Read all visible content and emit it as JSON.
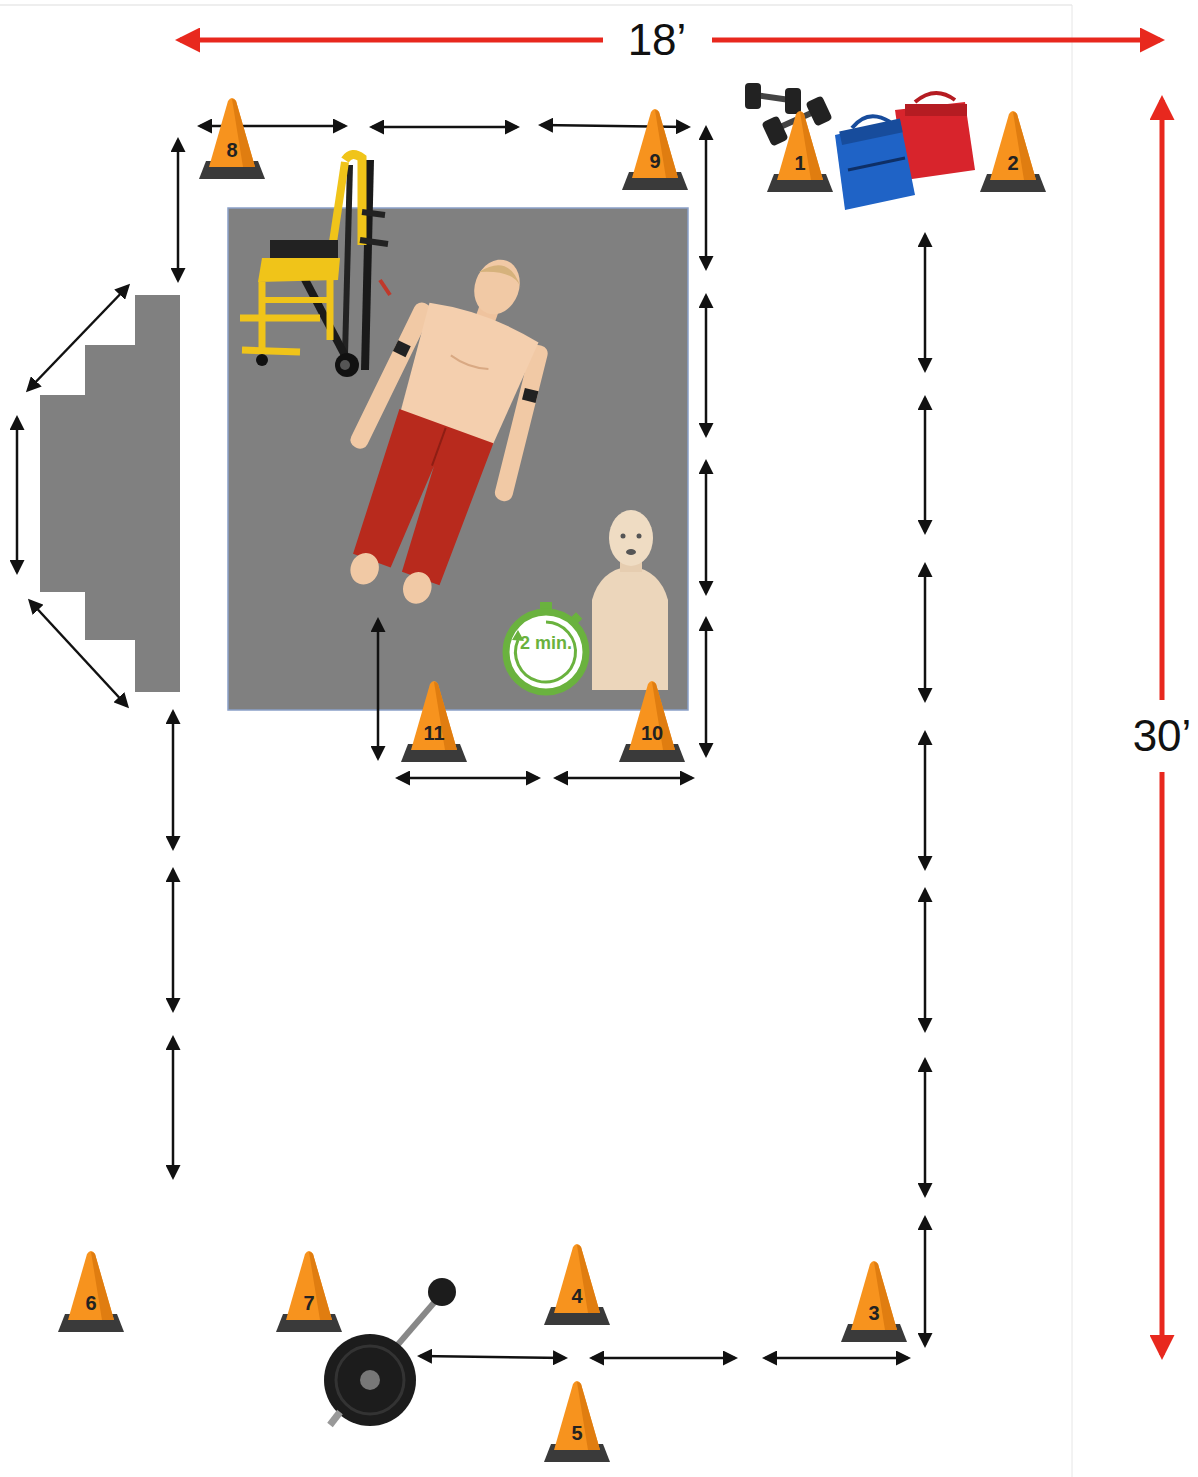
{
  "diagram": {
    "nodes": [
      {
        "text": [
          "1"
        ]
      },
      {
        "text": [
          "2"
        ]
      },
      {
        "text": [
          "3"
        ]
      },
      {
        "text": [
          "4"
        ]
      },
      {
        "text": [
          "5"
        ]
      },
      {
        "text": [
          "6"
        ]
      },
      {
        "text": [
          "7"
        ]
      },
      {
        "text": [
          "8"
        ]
      },
      {
        "text": [
          "9"
        ]
      },
      {
        "text": [
          "10"
        ]
      },
      {
        "text": [
          "11"
        ]
      },
      {
        "text": [
          "2 min."
        ]
      }
    ],
    "labels": [
      "18’",
      "30’"
    ]
  }
}
